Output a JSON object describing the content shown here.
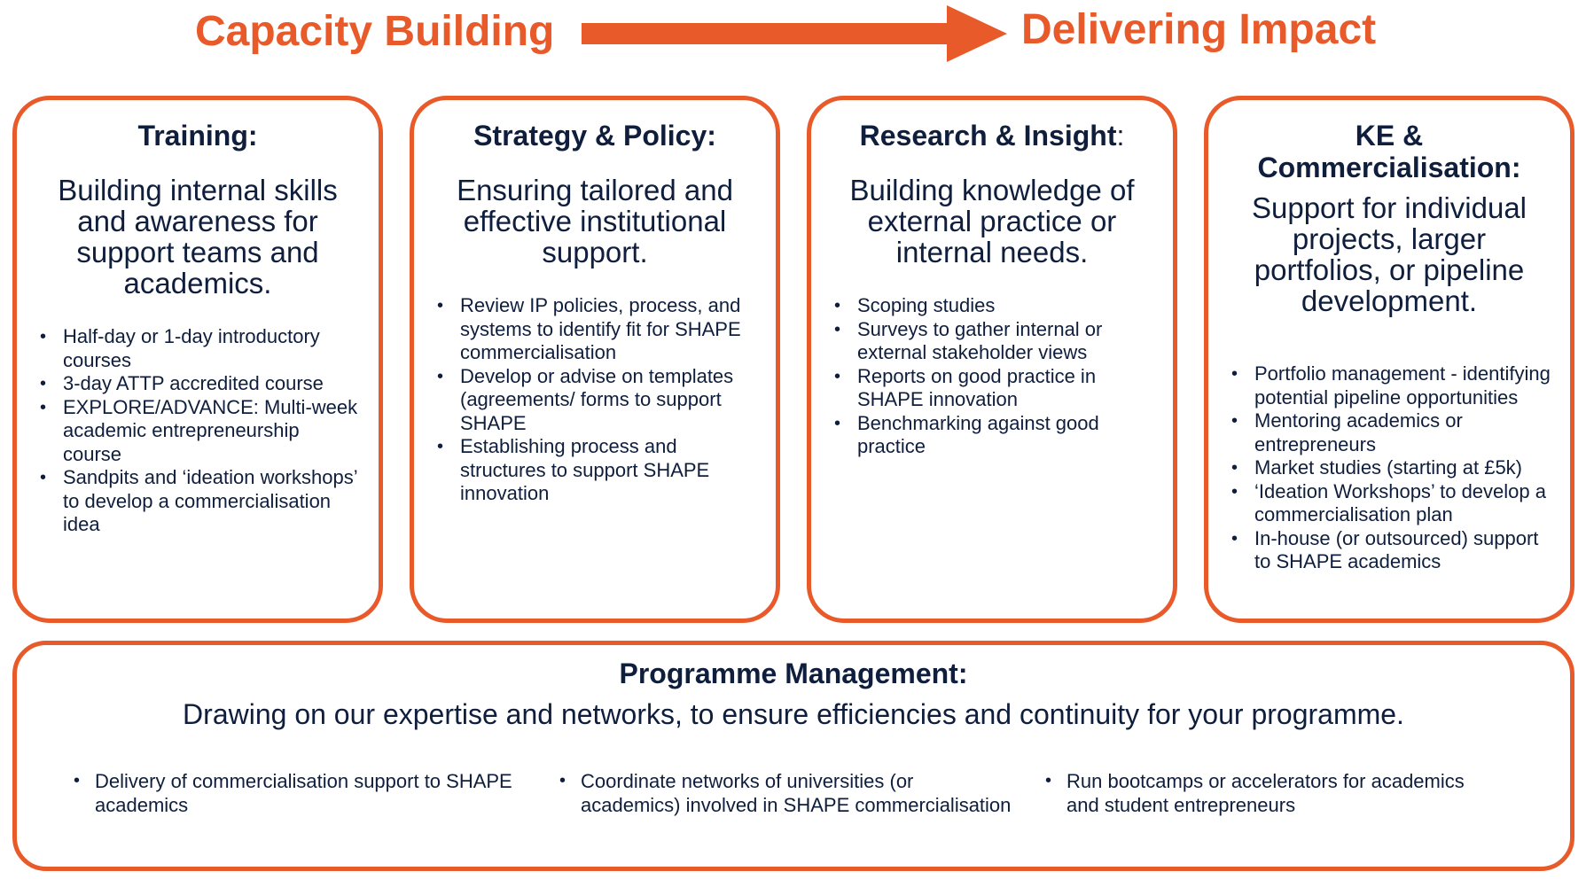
{
  "header": {
    "left_text": "Capacity Building",
    "right_text": "Delivering Impact",
    "accent_color": "#e85a2a",
    "arrow_icon": "right-arrow-icon"
  },
  "cards": [
    {
      "title": "Training:",
      "description": "Building internal skills and awareness for support teams and academics.",
      "items": [
        "Half-day or 1-day introductory courses",
        "3-day ATTP accredited course",
        "EXPLORE/ADVANCE: Multi-week academic entrepreneurship course",
        "Sandpits and ‘ideation workshops’ to develop a commercialisation idea"
      ]
    },
    {
      "title": "Strategy & Policy:",
      "description": "Ensuring tailored and effective institutional support.",
      "items": [
        "Review IP policies, process, and systems to identify fit for SHAPE commercialisation",
        "Develop or advise on templates (agreements/ forms to support SHAPE",
        "Establishing process and structures to support SHAPE innovation"
      ]
    },
    {
      "title_main": "Research & Insight",
      "title_colon": ":",
      "description": "Building knowledge of external practice or internal needs.",
      "items": [
        "Scoping studies",
        "Surveys to gather internal or external stakeholder views",
        "Reports on good practice in SHAPE innovation",
        "Benchmarking against good practice"
      ]
    },
    {
      "title_line1": "KE &",
      "title_line2": "Commercialisation:",
      "description": "Support for individual projects, larger portfolios, or pipeline development.",
      "items": [
        "Portfolio management - identifying potential pipeline opportunities",
        "Mentoring academics or entrepreneurs",
        "Market studies (starting at £5k)",
        "‘Ideation Workshops’ to develop a commercialisation plan",
        "In-house (or outsourced) support to SHAPE academics"
      ]
    }
  ],
  "programme": {
    "title": "Programme Management:",
    "description": "Drawing on our expertise and networks, to ensure efficiencies and continuity for your programme.",
    "items": [
      "Delivery of commercialisation support to SHAPE academics",
      "Coordinate networks of universities (or academics) involved in SHAPE commercialisation",
      "Run bootcamps or accelerators for academics and student entrepreneurs"
    ]
  }
}
